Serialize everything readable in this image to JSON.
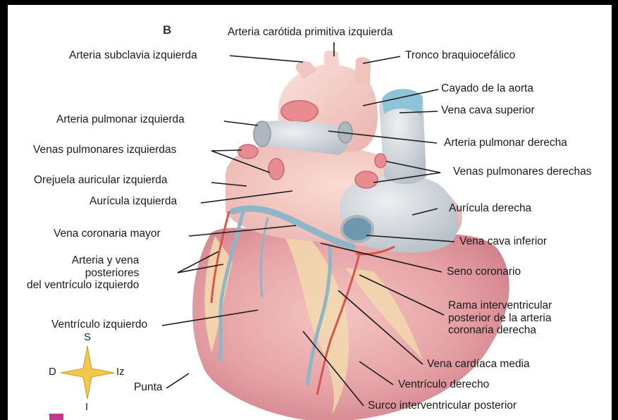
{
  "panel_letter": "B",
  "labels": {
    "carotida": "Arteria carótida primitiva izquierda",
    "subclavia": "Arteria subclavia izquierda",
    "tronco": "Tronco braquiocefálico",
    "cayado": "Cayado de la aorta",
    "cava_sup": "Vena cava superior",
    "pulm_izq": "Arteria pulmonar izquierda",
    "pulm_der": "Arteria pulmonar derecha",
    "venas_pulm_izq": "Venas pulmonares izquierdas",
    "venas_pulm_der": "Venas pulmonares derechas",
    "orejuela": "Orejuela auricular izquierda",
    "auricula_izq": "Aurícula izquierda",
    "auricula_der": "Aurícula derecha",
    "coronaria_mayor": "Vena coronaria mayor",
    "cava_inf": "Vena cava inferior",
    "art_vena_post": "Arteria y vena\nposteriores\ndel ventrículo izquierdo",
    "seno": "Seno coronario",
    "rama": "Rama interventricular\nposterior de la arteria\ncoronaria derecha",
    "ventriculo_izq": "Ventrículo izquierdo",
    "cardiaca_media": "Vena cardíaca media",
    "ventriculo_der": "Ventrículo derecho",
    "punta": "Punta",
    "surco": "Surco interventricular posterior"
  },
  "compass": {
    "s": "S",
    "i": "I",
    "d": "D",
    "iz": "Iz"
  },
  "colors": {
    "heart_base": "#e8a4a8",
    "heart_light": "#f2c4c0",
    "fat": "#f3dcae",
    "vessel_blue": "#8fb6c8",
    "vessel_dark": "#6b9db5",
    "artery_red": "#d9534f",
    "vein_gray": "#c8cfd6",
    "compass_star": "#f3c74a"
  }
}
